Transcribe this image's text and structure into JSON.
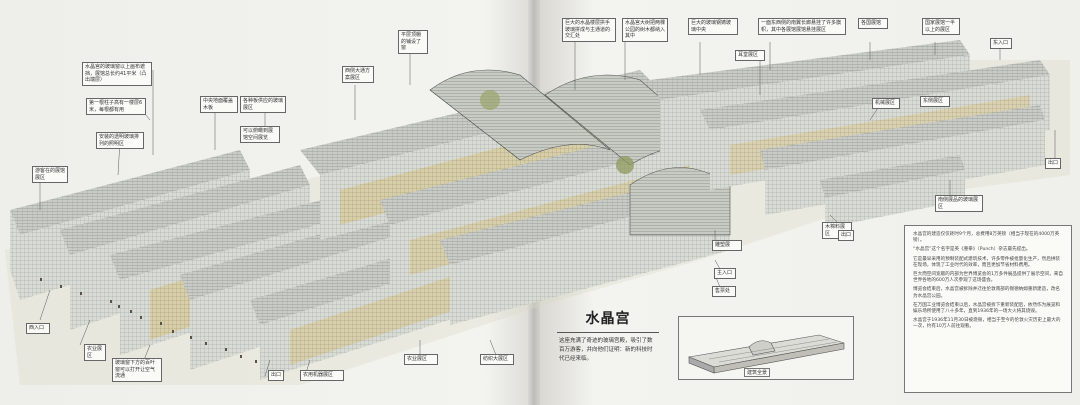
{
  "title": "水晶宫",
  "subtitle": "这座充满了奇迹的玻璃宫殿，吸引了数百万游客，并向他们证明：新的科技时代已经来临。",
  "drawing_caption": "建筑全景",
  "labels": {
    "l_stand": "水晶宫的玻璃窗以上画布遮挡，展馆总长约41平米（凸出端层）",
    "l_step": "第一根柱子高有一楼层6米，每根都有用",
    "l_light": "安装的透明玻璃排列的照明区",
    "l_right_side": "游客在的展馆展区",
    "l_central": "中央地面覆盖木板",
    "l_wood": "各种板供应的玻璃展区",
    "l_gallery": "可以俯瞰到展馆空间展览",
    "l_west": "西侧大通方案展区",
    "l_roof": "平层顶棚的铺设了窗",
    "l_arch": "巨大的水晶楼层拱手玻璃拼成与主通道的交汇处",
    "l_tree": "水晶宫大树把两棵公园的树木都纳入其中",
    "l_glass": "巨大的玻璃钢铸玻璃中央",
    "l_transept_note": "一面东西侧的南翼长廊悬挂了许多旗帜，其中各展馆展馆悬挂展区",
    "l_pavilion": "各国展馆",
    "l_side": "国家展馆一半以上的展区",
    "l_exit_top": "东入口",
    "l_transept": "耳堂展区",
    "l_machine": "机械展区",
    "l_east": "东侧展区",
    "l_north_gallery": "南侧展品的玻璃展区",
    "l_entry_mid": "出口",
    "l_exit_right": "出口",
    "l_fabric": "木棉料展区",
    "l_main_entrance": "主入口",
    "l_ticket": "售票处",
    "l_west_entry": "西入口",
    "l_sculpture": "雕塑展",
    "l_bottom_note": "玻璃窗下方的百叶窗可以打开让空气流通",
    "l_bottom_exit": "出口",
    "l_machinery_hall": "农用机器展区",
    "l_raw": "农业展区",
    "l_textile": "纺织大展区"
  },
  "infobox": [
    "水晶宫的建造仅仅耗时9个月，总费用8万英镑（相当于现在的4000万英镑）。",
    "“水晶宫”这个名字是英《重拳》（Punch）杂志最先提出。",
    "它是最早采用的预制装配式建筑技术，许多零件被批量化生产，然后拼装在现场，体现了工业时代的效率，而且更加节省材料费用。",
    "巨大而空间宽敞的内部为世界博览会的1万多件展品提供了展示空间，来自世界各地的600万人次参观了这场盛会。",
    "博览会结束后，水晶宫被拆除并迁往伦敦南部的锡德纳姆重新建造，改名为水晶宫公园。",
    "在万国工业博览会结束以后，水晶宫被拆下重新装配后，依然作为展览和娱乐场所使用了八十多年，直到1936年的一场大火将其烧毁。",
    "水晶宫于1936年11月30日被烧毁，相当于至今的伦敦火灾历史上最大的一次，约有10万人前往观看。"
  ]
}
